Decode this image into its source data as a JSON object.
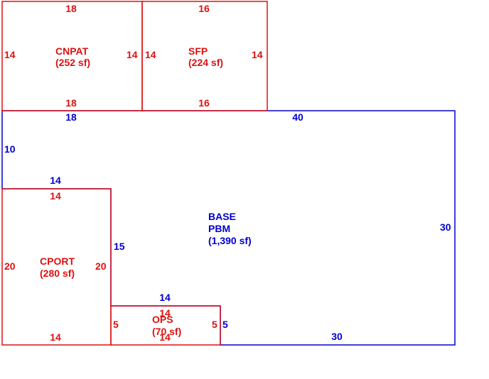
{
  "colors": {
    "base": "#0000cc",
    "addition": "#dd1111",
    "background": "#ffffff"
  },
  "areas": {
    "cnpat": {
      "name": "CNPAT",
      "area": "(252 sf)",
      "top": "18",
      "bottom": "18",
      "left": "14",
      "right": "14"
    },
    "sfp": {
      "name": "SFP",
      "area": "(224 sf)",
      "top": "16",
      "bottom": "16",
      "left": "14",
      "right": "14"
    },
    "base": {
      "name": "BASE",
      "name2": "PBM",
      "area": "(1,390 sf)",
      "top_left": "18",
      "top_right": "40",
      "left_upper": "10",
      "notch_top": "14",
      "notch_side": "15",
      "ops_top": "14",
      "ops_side": "5",
      "bottom": "30",
      "right": "30"
    },
    "cport": {
      "name": "CPORT",
      "area": "(280 sf)",
      "top": "14",
      "bottom": "14",
      "left": "20",
      "right": "20"
    },
    "ops": {
      "name": "OPS",
      "area": "(70 sf)",
      "top": "14",
      "bottom": "14",
      "left": "5",
      "right": "5"
    }
  }
}
